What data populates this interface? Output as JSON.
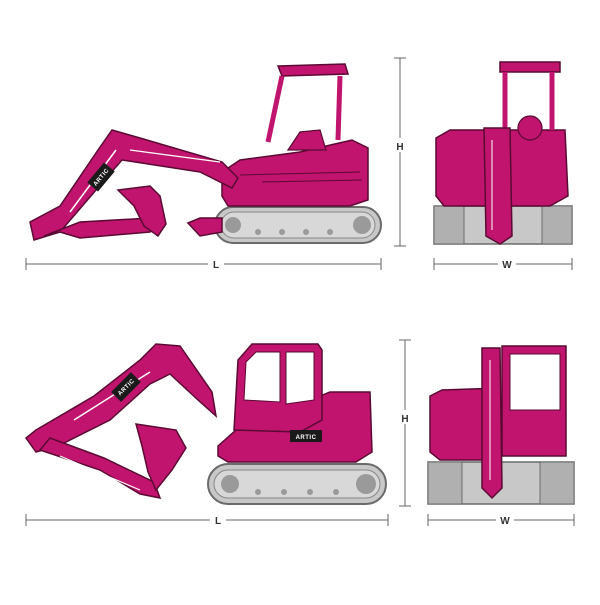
{
  "colors": {
    "body": "#C0146E",
    "outline": "#5a0a33",
    "track": "#c8c8c8",
    "track_outline": "#6b6b6b",
    "dimension_line": "#666666",
    "canopy_glass": "#ffffff"
  },
  "machines": [
    {
      "model": "canopy",
      "side_view": {
        "dimension_label": "L",
        "brand_text": "ARTIC"
      },
      "front_view": {
        "height_label": "H",
        "width_label": "W"
      }
    },
    {
      "model": "cab",
      "side_view": {
        "dimension_label": "L",
        "brand_text": "ARTIC"
      },
      "front_view": {
        "height_label": "H",
        "width_label": "W"
      }
    }
  ]
}
